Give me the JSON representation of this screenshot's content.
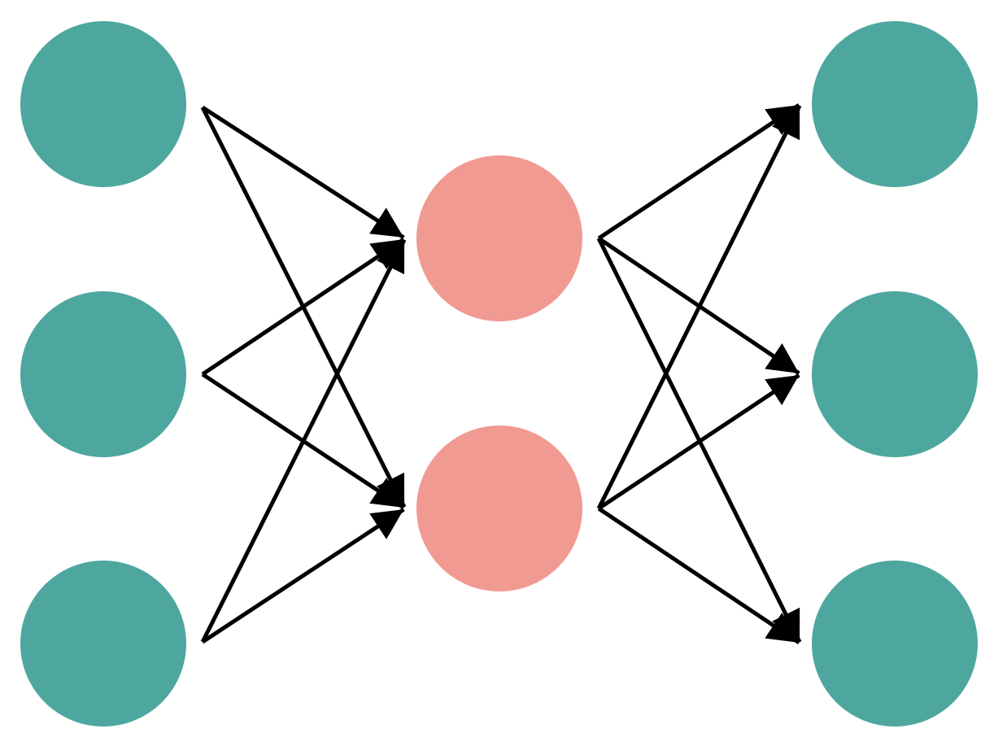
{
  "diagram": {
    "type": "neural-network",
    "layers": [
      {
        "name": "input",
        "node_count": 3,
        "color": "#4ea79f"
      },
      {
        "name": "hidden",
        "node_count": 2,
        "color": "#f19a92"
      },
      {
        "name": "output",
        "node_count": 3,
        "color": "#4ea79f"
      }
    ],
    "edges": [
      {
        "from": "input-0",
        "to": "hidden-0"
      },
      {
        "from": "input-0",
        "to": "hidden-1"
      },
      {
        "from": "input-1",
        "to": "hidden-0"
      },
      {
        "from": "input-1",
        "to": "hidden-1"
      },
      {
        "from": "input-2",
        "to": "hidden-0"
      },
      {
        "from": "input-2",
        "to": "hidden-1"
      },
      {
        "from": "hidden-0",
        "to": "output-0"
      },
      {
        "from": "hidden-0",
        "to": "output-1"
      },
      {
        "from": "hidden-0",
        "to": "output-2"
      },
      {
        "from": "hidden-1",
        "to": "output-0"
      },
      {
        "from": "hidden-1",
        "to": "output-1"
      },
      {
        "from": "hidden-1",
        "to": "output-2"
      }
    ],
    "edge_color": "#000000"
  }
}
